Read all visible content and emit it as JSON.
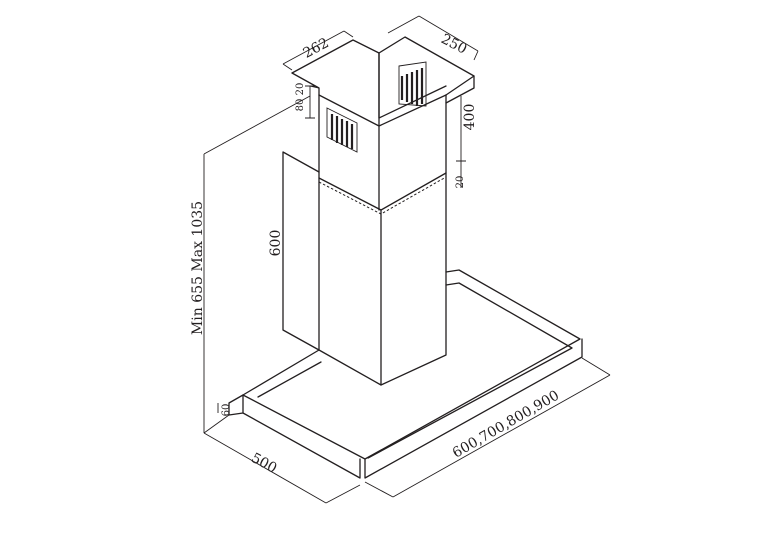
{
  "diagram": {
    "dimensions": {
      "chimney_depth": "262",
      "chimney_width": "250",
      "upper_height": "400",
      "upper_step": "20",
      "vent_offset_top": "20",
      "vent_height": "80",
      "lower_chimney_height": "600",
      "total_height": "Min 655 Max 1035",
      "canopy_thickness": "60",
      "canopy_depth": "500",
      "canopy_widths": "600,700,800,900"
    }
  }
}
